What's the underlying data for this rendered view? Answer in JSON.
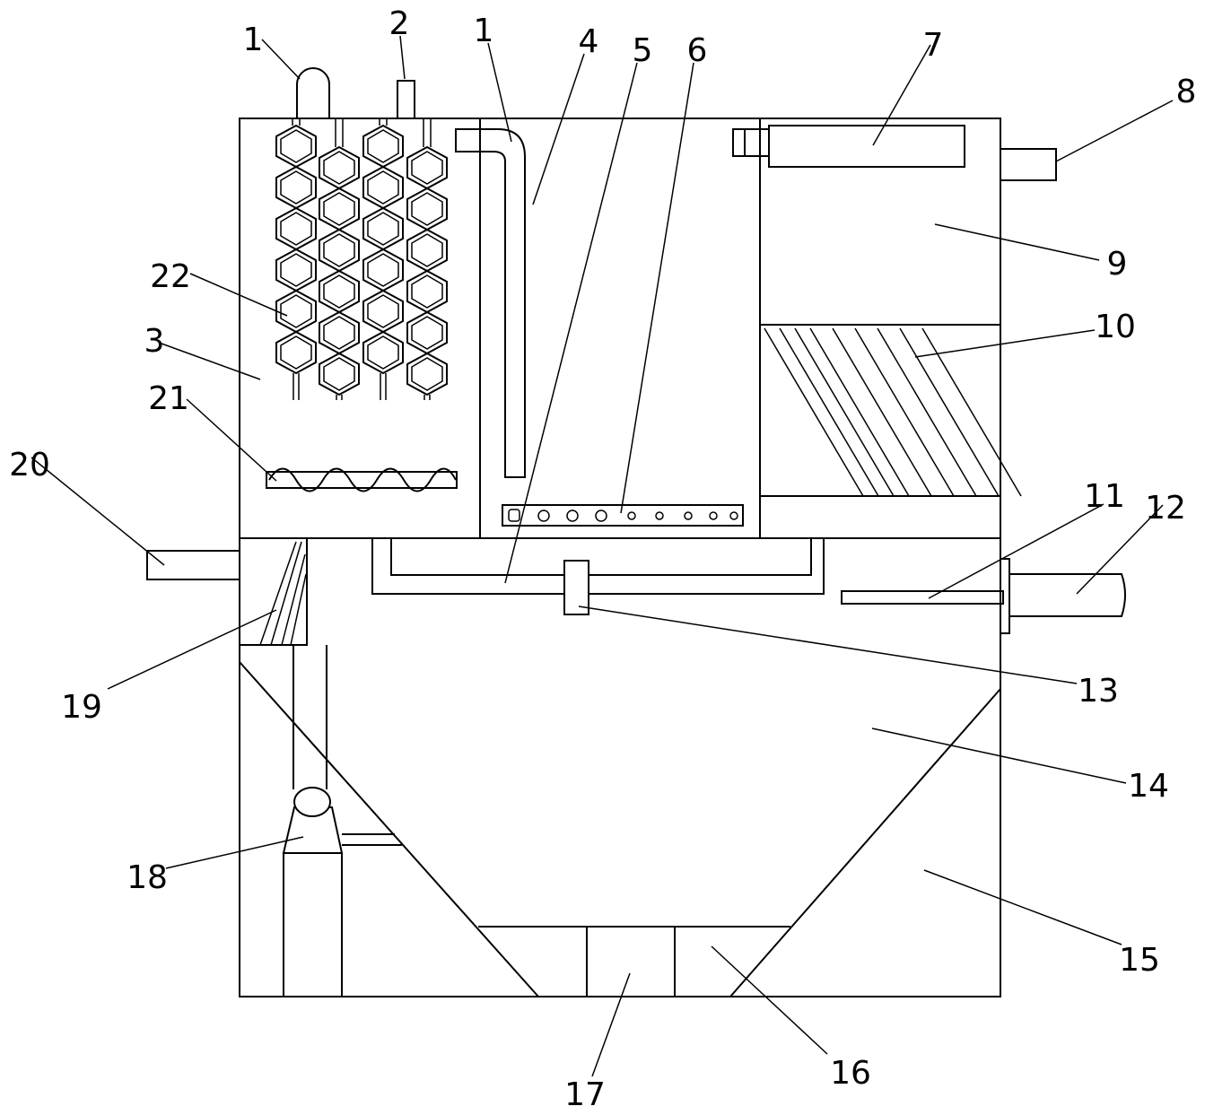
{
  "labels": {
    "l1a": "1",
    "l2": "2",
    "l1b": "1",
    "l4": "4",
    "l5": "5",
    "l6": "6",
    "l7": "7",
    "l8": "8",
    "l9": "9",
    "l10": "10",
    "l22": "22",
    "l3": "3",
    "l21": "21",
    "l20": "20",
    "l11": "11",
    "l12": "12",
    "l19": "19",
    "l13": "13",
    "l14": "14",
    "l18": "18",
    "l15": "15",
    "l16": "16",
    "l17": "17"
  }
}
